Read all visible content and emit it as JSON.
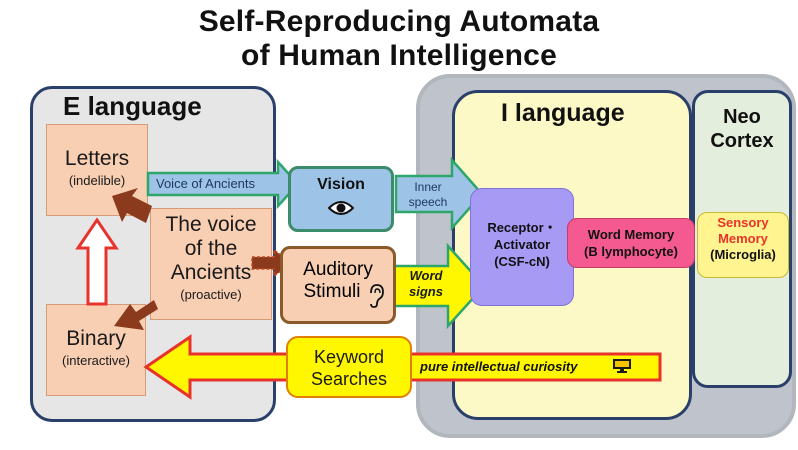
{
  "title": {
    "line1": "Self-Reproducing Automata",
    "line2": "of Human Intelligence"
  },
  "e_language": {
    "heading": "E language",
    "letters": {
      "label": "Letters",
      "sub": "(indelible)"
    },
    "voice": {
      "line1": "The voice",
      "line2": "of the",
      "line3": "Ancients",
      "sub": "(proactive)"
    },
    "binary": {
      "label": "Binary",
      "sub": "(interactive)"
    }
  },
  "i_language": {
    "heading": "I language"
  },
  "neo_cortex": {
    "line1": "Neo",
    "line2": "Cortex"
  },
  "arrows": {
    "voice_of_ancients": "Voice of Ancients",
    "inner_speech_line1": "Inner",
    "inner_speech_line2": "speech",
    "word_signs_line1": "Word",
    "word_signs_line2": "signs",
    "curiosity": "pure intellectual curiosity"
  },
  "nodes": {
    "vision": "Vision",
    "auditory_line1": "Auditory",
    "auditory_line2": "Stimuli",
    "receptor_line1": "Receptor・",
    "receptor_line2": "Activator",
    "receptor_line3": "(CSF-cN)",
    "word_memory_line1": "Word Memory",
    "word_memory_line2": "(B lymphocyte)",
    "sensory_line1": "Sensory",
    "sensory_line2": "Memory",
    "sensory_line3": "(Microglia)",
    "keyword_line1": "Keyword",
    "keyword_line2": "Searches"
  },
  "icons": [
    "eye-icon",
    "ear-icon",
    "monitor-icon"
  ],
  "colors": {
    "panel_border": "#2b3f6b",
    "e_panel_bg": "#e6e6e6",
    "i_panel_bg": "#fcf9c6",
    "neo_bg": "#e3efdc",
    "peach": "#f8cfb3",
    "vision": "#9dc3e6",
    "receptor": "#a79af5",
    "word_memory": "#f45a8f",
    "sensory": "#fff48f",
    "keyword": "#fff700",
    "brown_arrow": "#8b3a1e",
    "red_arrow": "#e8332b",
    "sensory_text": "#e8332b"
  }
}
